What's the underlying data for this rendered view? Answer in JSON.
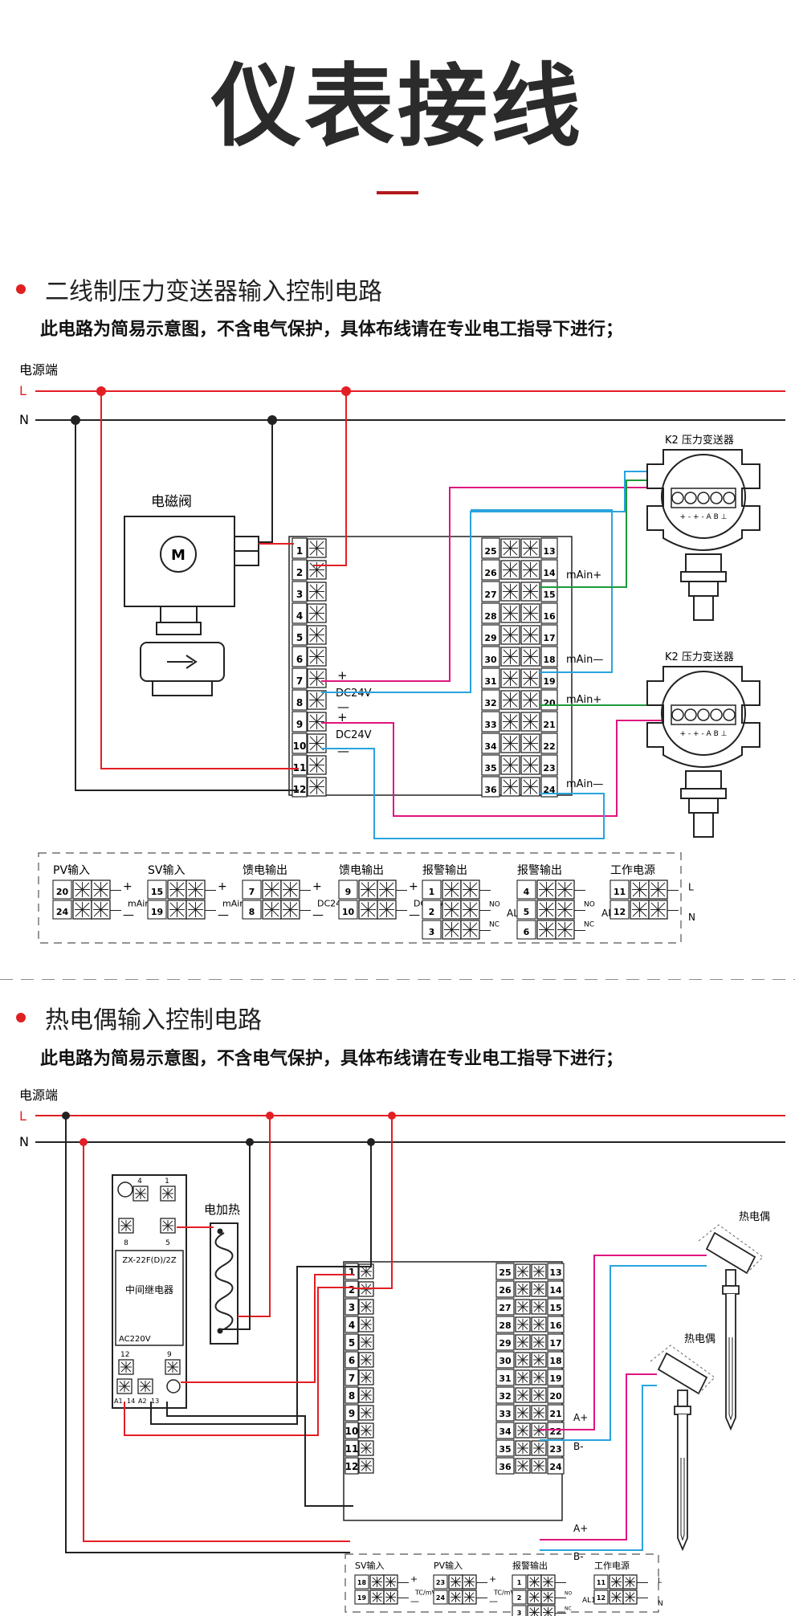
{
  "page": {
    "title": "仪表接线",
    "divider_color": "#b3191c",
    "accent_color": "#e02020"
  },
  "section1": {
    "title": "二线制压力变送器输入控制电路",
    "note": "此电路为简易示意图，不含电气保护，具体布线请在专业电工指导下进行；",
    "power_label": "电源端",
    "line_l": "L",
    "line_n": "N",
    "valve_label": "电磁阀",
    "motor_symbol": "M",
    "transmitter_label": "K2 压力变送器",
    "transmitter_pins": "+ - + -  A B  ⊥",
    "left_terminals": [
      "1",
      "2",
      "3",
      "4",
      "5",
      "6",
      "7",
      "8",
      "9",
      "10",
      "11",
      "12"
    ],
    "right_terminals_a": [
      "25",
      "26",
      "27",
      "28",
      "29",
      "30",
      "31",
      "32",
      "33",
      "34",
      "35",
      "36"
    ],
    "right_terminals_b": [
      "13",
      "14",
      "15",
      "16",
      "17",
      "18",
      "19",
      "20",
      "21",
      "22",
      "23",
      "24"
    ],
    "feed_labels": {
      "plus": "+",
      "minus": "—",
      "dc": "DC24V"
    },
    "mA_plus": "mAin+",
    "mA_minus": "mAin—",
    "legend": [
      {
        "title": "PV输入",
        "pins": [
          "20",
          "24"
        ],
        "signal": "mAin"
      },
      {
        "title": "SV输入",
        "pins": [
          "15",
          "19"
        ],
        "signal": "mAin"
      },
      {
        "title": "馈电输出",
        "pins": [
          "7",
          "8"
        ],
        "signal": "DC24V"
      },
      {
        "title": "馈电输出",
        "pins": [
          "9",
          "10"
        ],
        "signal": "DC24V"
      },
      {
        "title": "报警输出",
        "pins": [
          "1",
          "2",
          "3"
        ],
        "signal": "AL1",
        "no": "NO",
        "nc": "NC"
      },
      {
        "title": "报警输出",
        "pins": [
          "4",
          "5",
          "6"
        ],
        "signal": "AL2",
        "no": "NO",
        "nc": "NC"
      },
      {
        "title": "工作电源",
        "pins": [
          "11",
          "12"
        ],
        "l": "L",
        "n": "N"
      }
    ]
  },
  "section2": {
    "title": "热电偶输入控制电路",
    "note": "此电路为简易示意图，不含电气保护，具体布线请在专业电工指导下进行；",
    "power_label": "电源端",
    "line_l": "L",
    "line_n": "N",
    "relay_model": "ZX-22F(D)/2Z",
    "relay_name": "中间继电器",
    "relay_voltage": "AC220V",
    "relay_pins": {
      "p4": "4",
      "p1": "1",
      "p8": "8",
      "p5": "5",
      "p12": "12",
      "p9": "9",
      "a1": "A1",
      "p14": "14",
      "a2": "A2",
      "p13": "13"
    },
    "heater_label": "电加热",
    "thermocouple_label": "热电偶",
    "a_plus": "A+",
    "b_minus": "B-",
    "left_terminals": [
      "1",
      "2",
      "3",
      "4",
      "5",
      "6",
      "7",
      "8",
      "9",
      "10",
      "11",
      "12"
    ],
    "right_terminals_a": [
      "25",
      "26",
      "27",
      "28",
      "29",
      "30",
      "31",
      "32",
      "33",
      "34",
      "35",
      "36"
    ],
    "right_terminals_b": [
      "13",
      "14",
      "15",
      "16",
      "17",
      "18",
      "19",
      "20",
      "21",
      "22",
      "23",
      "24"
    ],
    "legend": [
      {
        "title": "SV输入",
        "pins": [
          "18",
          "19"
        ],
        "signal": "TC/mV"
      },
      {
        "title": "PV输入",
        "pins": [
          "23",
          "24"
        ],
        "signal": "TC/mV"
      },
      {
        "title": "报警输出",
        "pins": [
          "1",
          "2",
          "3"
        ],
        "signal": "AL1",
        "no": "NO",
        "nc": "NC"
      },
      {
        "title": "工作电源",
        "pins": [
          "11",
          "12"
        ],
        "l": "L",
        "n": "N"
      }
    ]
  },
  "wire_colors": {
    "live": "#e31e24",
    "neutral": "#222222",
    "magenta": "#e0157f",
    "blue": "#29a3de",
    "green": "#1e9b3c"
  }
}
